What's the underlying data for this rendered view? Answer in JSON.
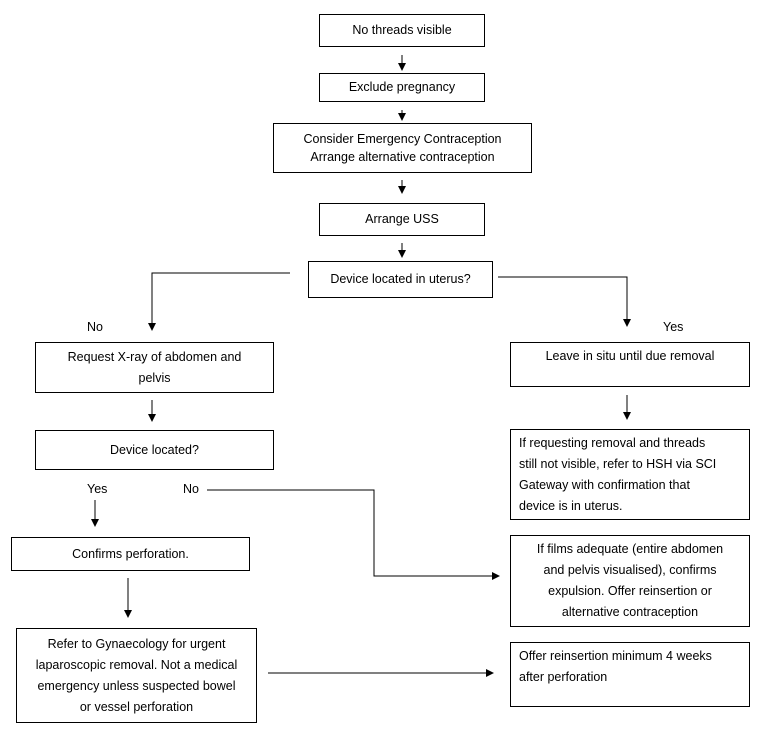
{
  "nodes": {
    "no_threads": "No threads visible",
    "exclude_pregnancy": "Exclude pregnancy",
    "consider_ec": [
      "Consider Emergency Contraception",
      "Arrange alternative contraception"
    ],
    "arrange_uss": "Arrange USS",
    "device_in_uterus": "Device located in uterus?",
    "request_xray": [
      "Request X-ray of abdomen and",
      "pelvis"
    ],
    "device_located": "Device located?",
    "confirms_perforation": "Confirms perforation.",
    "refer_gynae": [
      "Refer to Gynaecology for urgent",
      "laparoscopic removal. Not a medical",
      "emergency unless suspected bowel",
      "or vessel perforation"
    ],
    "leave_in_situ": "Leave in situ until due removal",
    "if_requesting": [
      "If requesting removal and threads",
      "still not visible, refer to HSH via SCI",
      "Gateway with confirmation that",
      "device is in uterus."
    ],
    "if_films": [
      "If films adequate (entire abdomen",
      "and pelvis visualised), confirms",
      "expulsion. Offer reinsertion or",
      "alternative contraception"
    ],
    "offer_reinsertion": [
      "Offer reinsertion minimum 4 weeks",
      "after perforation"
    ]
  },
  "labels": {
    "uterus_no": "No",
    "uterus_yes": "Yes",
    "located_yes": "Yes",
    "located_no": "No"
  }
}
